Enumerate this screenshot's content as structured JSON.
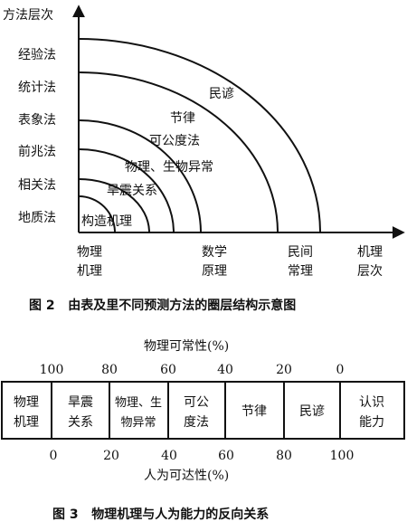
{
  "fig2": {
    "y_axis_title": "方法层次",
    "y_labels": [
      "经验法",
      "统计法",
      "表象法",
      "前兆法",
      "相关法",
      "地质法"
    ],
    "arc_labels": [
      "民谚",
      "节律",
      "可公度法",
      "物理、生物异常",
      "旱震关系",
      "构造机理"
    ],
    "x_labels": [
      {
        "line1": "物理",
        "line2": "机理"
      },
      {
        "line1": "数学",
        "line2": "原理"
      },
      {
        "line1": "民间",
        "line2": "常理"
      },
      {
        "line1": "机理",
        "line2": "层次"
      }
    ],
    "caption": "图 2   由表及里不同预测方法的圈层结构示意图"
  },
  "fig3": {
    "top_axis_title": "物理可常性(%)",
    "top_ticks": [
      "100",
      "80",
      "60",
      "40",
      "20",
      "0"
    ],
    "cells": [
      {
        "line1": "物理",
        "line2": "机理"
      },
      {
        "line1": "旱震",
        "line2": "关系"
      },
      {
        "line1": "物理、生",
        "line2": "物异常"
      },
      {
        "line1": "可公",
        "line2": "度法"
      },
      {
        "line1": "节律",
        "line2": ""
      },
      {
        "line1": "民谚",
        "line2": ""
      },
      {
        "line1": "认识",
        "line2": "能力"
      }
    ],
    "bottom_ticks": [
      "0",
      "20",
      "40",
      "60",
      "80",
      "100"
    ],
    "bottom_axis_title": "人为可达性(%)",
    "caption": "图 3   物理机理与人为能力的反向关系"
  }
}
